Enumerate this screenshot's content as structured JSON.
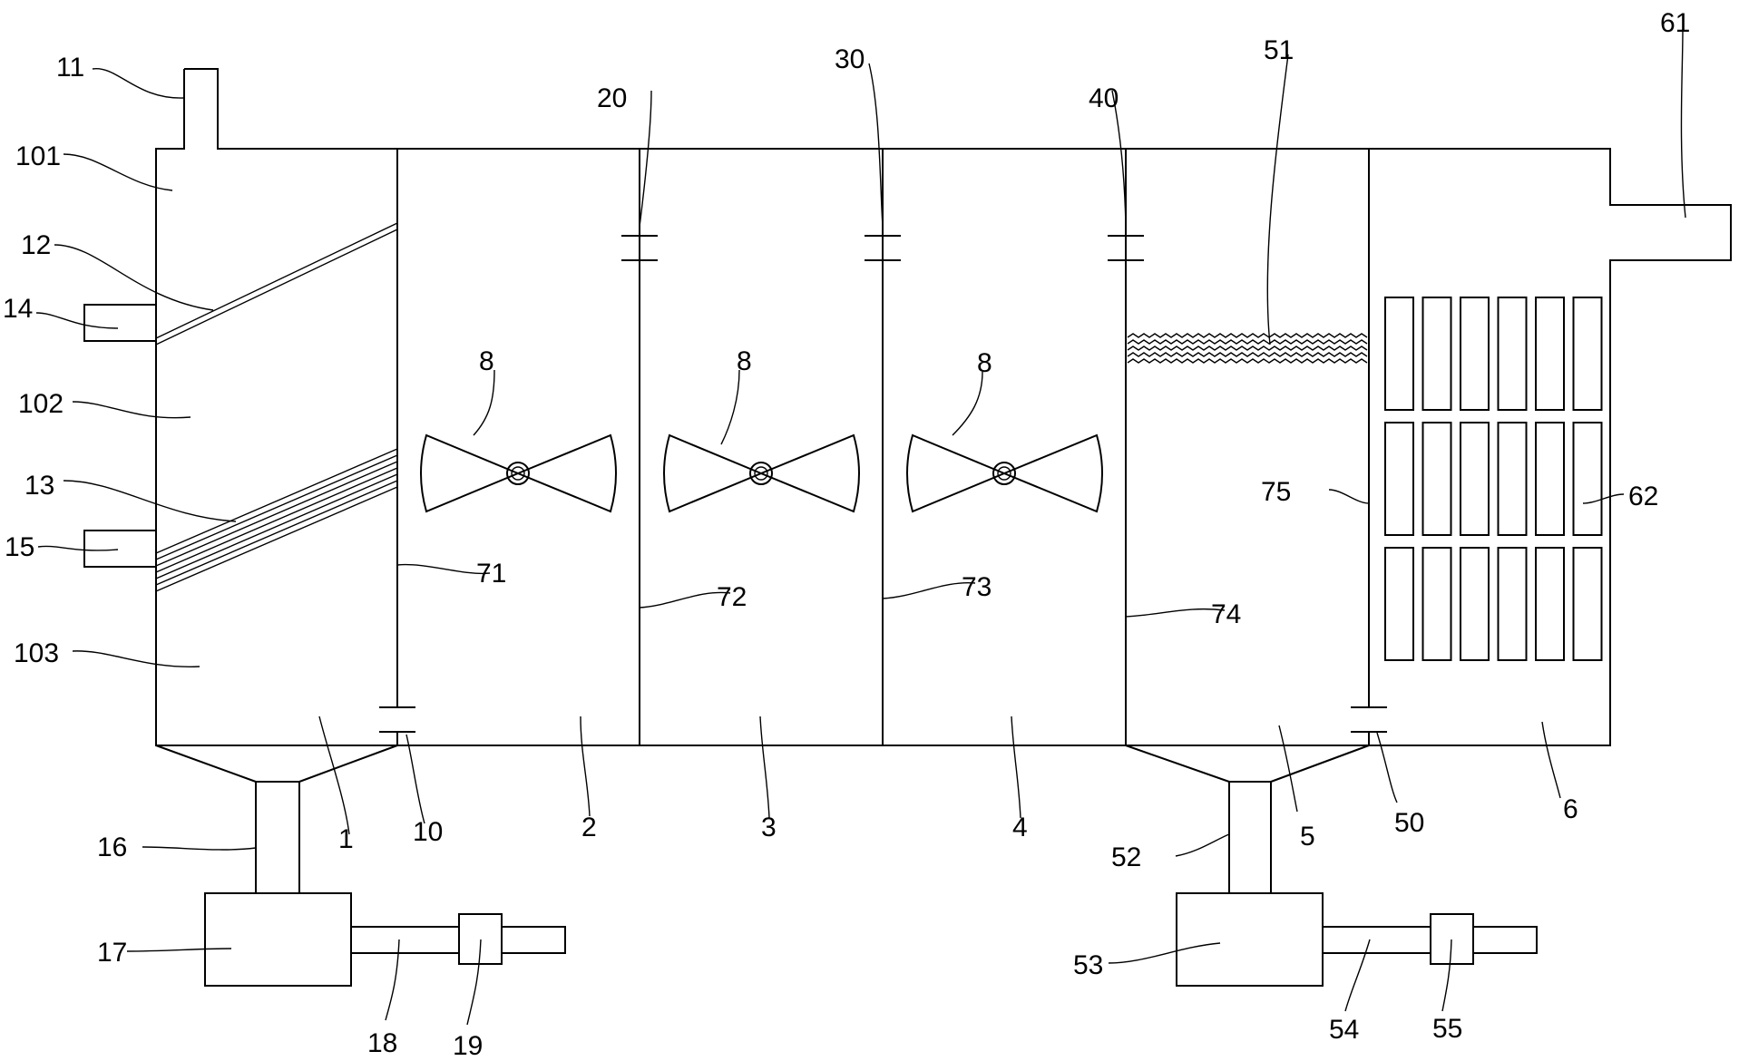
{
  "labels": {
    "l1": "1",
    "l2": "2",
    "l3": "3",
    "l4": "4",
    "l5": "5",
    "l6": "6",
    "l8a": "8",
    "l8b": "8",
    "l8c": "8",
    "l10": "10",
    "l11": "11",
    "l12": "12",
    "l13": "13",
    "l14": "14",
    "l15": "15",
    "l16": "16",
    "l17": "17",
    "l18": "18",
    "l19": "19",
    "l20": "20",
    "l30": "30",
    "l40": "40",
    "l50": "50",
    "l51": "51",
    "l52": "52",
    "l53": "53",
    "l54": "54",
    "l55": "55",
    "l61": "61",
    "l62": "62",
    "l71": "71",
    "l72": "72",
    "l73": "73",
    "l74": "74",
    "l75": "75",
    "l101": "101",
    "l102": "102",
    "l103": "103"
  }
}
